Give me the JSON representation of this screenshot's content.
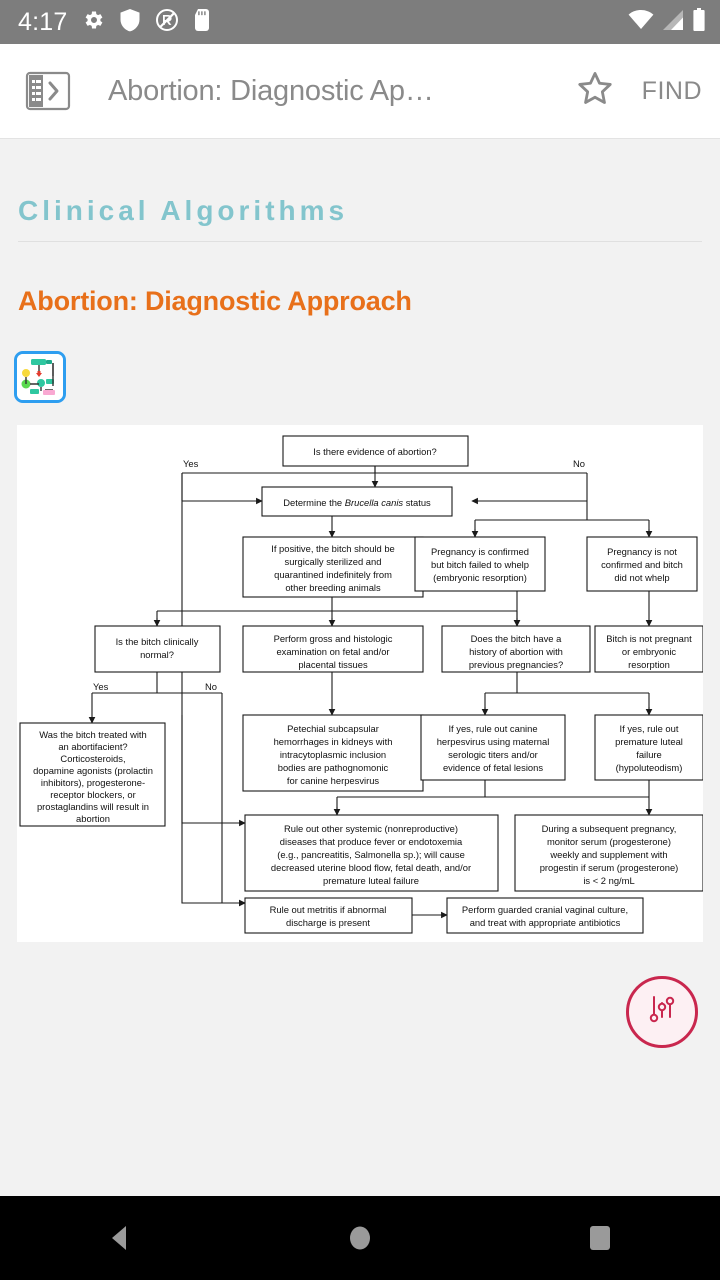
{
  "status_bar": {
    "time": "4:17",
    "left_icons": [
      "gear-icon",
      "shield-icon",
      "do-not-disturb-icon",
      "sd-card-icon"
    ],
    "right_icons": [
      "wifi-icon",
      "cell-signal-icon",
      "battery-icon"
    ],
    "background_color": "#7d7d7d"
  },
  "toolbar": {
    "drawer_icon": "drawer-toggle-icon",
    "title": "Abortion: Diagnostic Ap…",
    "favorite_icon": "star-outline-icon",
    "find_label": "FIND",
    "text_color": "#8a8a8a"
  },
  "content": {
    "section_heading": "Clinical Algorithms",
    "section_heading_color": "#83c5cd",
    "doc_title": "Abortion: Diagnostic Approach",
    "doc_title_color": "#e8701a",
    "thumbnail_name": "flowchart-thumbnail"
  },
  "fab": {
    "icon": "sliders-filter-icon",
    "accent_color": "#c9274e",
    "fill_color": "#fdf0f3"
  },
  "nav_bar": {
    "back_label": "back-button",
    "home_label": "home-button",
    "recents_label": "recents-button",
    "background_color": "#000000"
  },
  "chart_data": {
    "type": "diagram",
    "title": "Abortion: Diagnostic Approach",
    "nodes": [
      {
        "id": "n1",
        "text": "Is there evidence of abortion?"
      },
      {
        "id": "n2",
        "text": "Determine the Brucella canis status",
        "italic_part": "Brucella canis"
      },
      {
        "id": "n3",
        "text": "If positive, the bitch should be surgically sterilized and quarantined indefinitely from other breeding animals"
      },
      {
        "id": "n4",
        "text": "Pregnancy is confirmed but bitch failed to whelp (embryonic resorption)"
      },
      {
        "id": "n5",
        "text": "Pregnancy is not confirmed and bitch did not whelp"
      },
      {
        "id": "n6",
        "text": "Is the bitch clinically normal?"
      },
      {
        "id": "n7",
        "text": "Perform gross and histologic examination on fetal and/or placental tissues"
      },
      {
        "id": "n8",
        "text": "Does the bitch have a history of abortion with previous pregnancies?"
      },
      {
        "id": "n9",
        "text": "Bitch is not pregnant or embryonic resorption"
      },
      {
        "id": "n10",
        "text": "Was the bitch treated with an abortifacient? Corticosteroids, dopamine agonists (prolactin inhibitors), progesterone-receptor blockers, or prostaglandins will result in abortion"
      },
      {
        "id": "n11",
        "text": "Petechial subcapsular hemorrhages in kidneys with intracytoplasmic inclusion bodies are pathognomonic for canine herpesvirus"
      },
      {
        "id": "n12",
        "text": "If yes, rule out canine herpesvirus using maternal serologic titers and/or evidence of fetal lesions"
      },
      {
        "id": "n13",
        "text": "If yes, rule out premature luteal failure (hypoluteodism)"
      },
      {
        "id": "n14",
        "text": "Rule out other systemic (nonreproductive) diseases that produce fever or endotoxemia (e.g., pancreatitis, Salmonella sp.); will cause decreased uterine blood flow, fetal death, and/or premature luteal failure",
        "italic_part": "Salmonella"
      },
      {
        "id": "n15",
        "text": "During a subsequent pregnancy, monitor serum (progesterone) weekly and supplement with progestin if serum (progesterone) is < 2 ng/mL"
      },
      {
        "id": "n16",
        "text": "Rule out metritis if abnormal discharge is present"
      },
      {
        "id": "n17",
        "text": "Perform guarded cranial vaginal culture, and treat with appropriate antibiotics"
      }
    ],
    "edge_labels": [
      {
        "id": "e1",
        "text": "Yes"
      },
      {
        "id": "e2",
        "text": "No"
      },
      {
        "id": "e3",
        "text": "Yes"
      },
      {
        "id": "e4",
        "text": "No"
      }
    ],
    "lines": {
      "n1": [
        "Is there evidence of abortion?"
      ],
      "n2": [
        "Determine the ",
        "Brucella canis",
        " status"
      ],
      "n3": [
        "If positive, the bitch should be",
        "surgically sterilized and",
        "quarantined indefinitely from",
        "other breeding animals"
      ],
      "n4": [
        "Pregnancy is confirmed",
        "but bitch failed to whelp",
        "(embryonic resorption)"
      ],
      "n5": [
        "Pregnancy is not",
        "confirmed and bitch",
        "did not whelp"
      ],
      "n6": [
        "Is the bitch clinically",
        "normal?"
      ],
      "n7": [
        "Perform gross and histologic",
        "examination on fetal and/or",
        "placental tissues"
      ],
      "n8": [
        "Does the bitch have a",
        "history of abortion with",
        "previous pregnancies?"
      ],
      "n9": [
        "Bitch is not pregnant",
        "or embryonic",
        "resorption"
      ],
      "n10": [
        "Was the bitch treated with",
        "an abortifacient?",
        "Corticosteroids,",
        "dopamine agonists (prolactin",
        "inhibitors), progesterone-",
        "receptor blockers, or",
        "prostaglandins will result in",
        "abortion"
      ],
      "n11": [
        "Petechial subcapsular",
        "hemorrhages in kidneys with",
        "intracytoplasmic inclusion",
        "bodies are pathognomonic",
        "for canine herpesvirus"
      ],
      "n12": [
        "If yes, rule out canine",
        "herpesvirus using maternal",
        "serologic titers and/or",
        "evidence of fetal lesions"
      ],
      "n13": [
        "If yes, rule out",
        "premature luteal",
        "failure",
        "(hypoluteodism)"
      ],
      "n14": [
        "Rule out other systemic (nonreproductive)",
        "diseases that produce fever or endotoxemia",
        "(e.g., pancreatitis, Salmonella sp.); will cause",
        "decreased uterine blood flow, fetal death, and/or",
        "premature luteal failure"
      ],
      "n15": [
        "During a subsequent pregnancy,",
        "monitor serum (progesterone)",
        "weekly and supplement with",
        "progestin if serum (progesterone)",
        "is < 2 ng/mL"
      ],
      "n16": [
        "Rule out metritis if abnormal",
        "discharge is present"
      ],
      "n17": [
        "Perform guarded cranial vaginal culture,",
        "and treat with appropriate antibiotics"
      ]
    }
  }
}
